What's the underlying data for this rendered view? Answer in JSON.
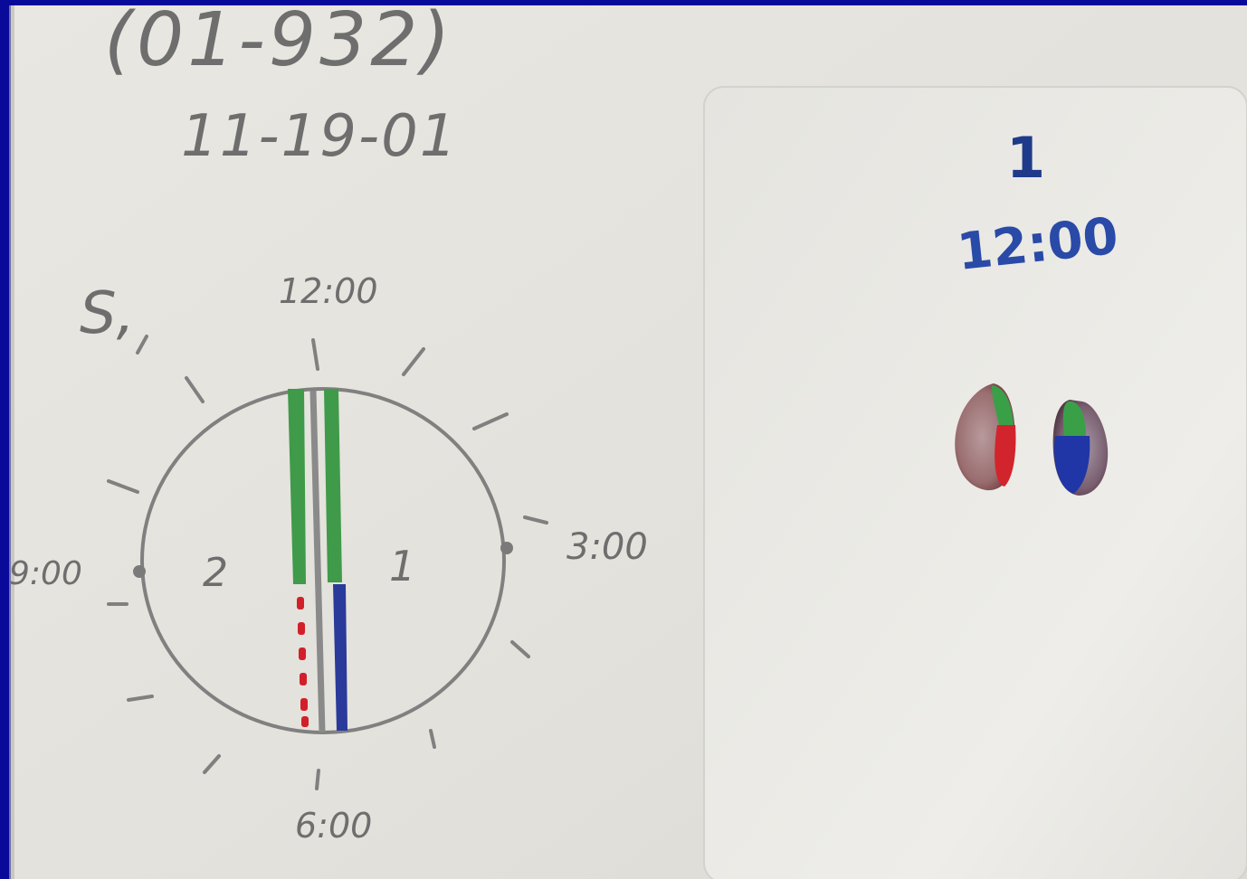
{
  "photo": {
    "specimen_id": "(01-932)",
    "date": "11-19-01",
    "slice_label": "S,",
    "clock_12": "12:00",
    "clock_3": "3:00",
    "clock_6": "6:00",
    "clock_9": "9:00",
    "region_1": "1",
    "region_2": "2",
    "right_card_label": "1",
    "right_card_clock": "12:00"
  },
  "colors": {
    "frame": "#0a0a9a",
    "paper": "#e6e4de",
    "pencil": "#6e6e6e",
    "green_ink": "#3f9a4a",
    "red_ink": "#d2202a",
    "blue_ink": "#2a3a9a",
    "card_text": "#2a4aa8"
  }
}
